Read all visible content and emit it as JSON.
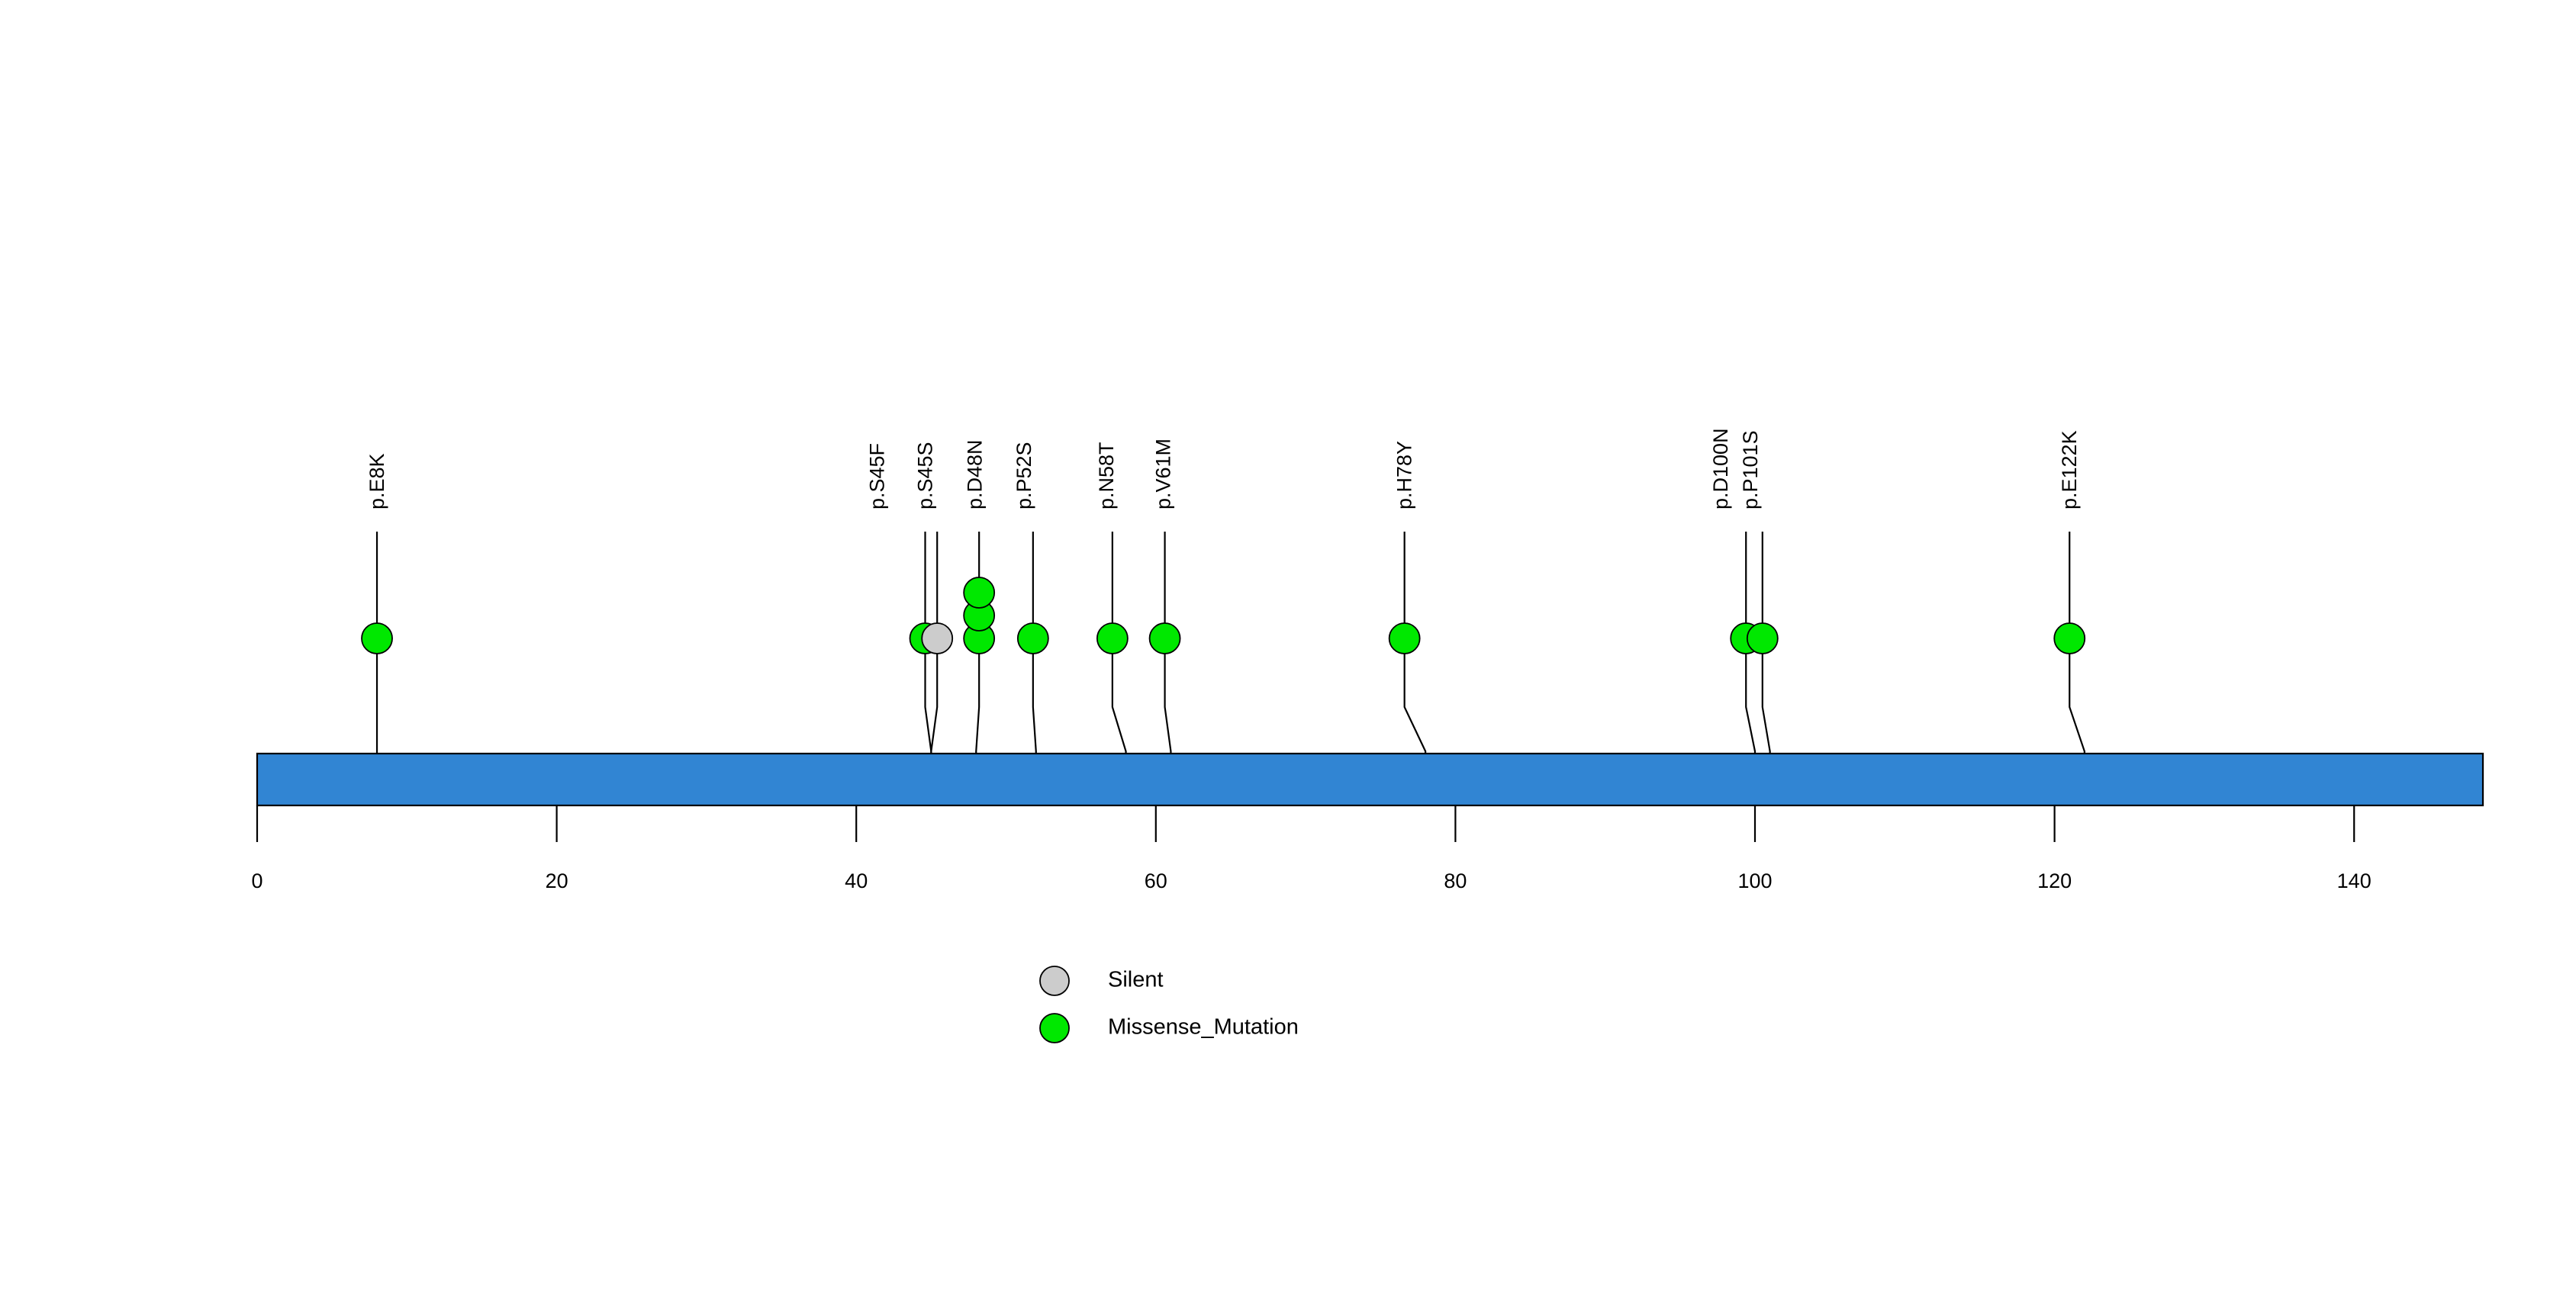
{
  "chart_data": {
    "type": "lollipop",
    "title": "",
    "xlabel": "",
    "ylabel": "",
    "xlim": [
      0,
      148.6
    ],
    "axis_ticks": [
      {
        "value": 0,
        "label": "0"
      },
      {
        "value": 20,
        "label": "20"
      },
      {
        "value": 40,
        "label": "40"
      },
      {
        "value": 60,
        "label": "60"
      },
      {
        "value": 80,
        "label": "80"
      },
      {
        "value": 100,
        "label": "100"
      },
      {
        "value": 120,
        "label": "120"
      },
      {
        "value": 140,
        "label": "140"
      }
    ],
    "protein_bar": {
      "start": 0,
      "end": 148.6,
      "color": "#3185d3",
      "border_color": "#000000"
    },
    "mutations": [
      {
        "label": "p.E8K",
        "position": 8,
        "count": 1,
        "type": "Missense_Mutation",
        "color": "#00e800",
        "label_x": 8,
        "stem_x": 8
      },
      {
        "label": "p.S45F",
        "position": 45,
        "count": 1,
        "type": "Missense_Mutation",
        "color": "#00e800",
        "label_x": 41.4,
        "stem_x": 44.6
      },
      {
        "label": "p.S45S",
        "position": 45,
        "count": 1,
        "type": "Silent",
        "color": "#cccccc",
        "label_x": 44.6,
        "stem_x": 45.4
      },
      {
        "label": "p.D48N",
        "position": 48,
        "count": 3,
        "type": "Missense_Mutation",
        "color": "#00e800",
        "label_x": 47.9,
        "stem_x": 48.2
      },
      {
        "label": "p.P52S",
        "position": 52,
        "count": 1,
        "type": "Missense_Mutation",
        "color": "#00e800",
        "label_x": 51.2,
        "stem_x": 51.8
      },
      {
        "label": "p.N58T",
        "position": 58,
        "count": 1,
        "type": "Missense_Mutation",
        "color": "#00e800",
        "label_x": 56.7,
        "stem_x": 57.1
      },
      {
        "label": "p.V61M",
        "position": 61,
        "count": 1,
        "type": "Missense_Mutation",
        "color": "#00e800",
        "label_x": 60.5,
        "stem_x": 60.6
      },
      {
        "label": "p.H78Y",
        "position": 78,
        "count": 1,
        "type": "Missense_Mutation",
        "color": "#00e800",
        "label_x": 76.6,
        "stem_x": 76.6
      },
      {
        "label": "p.D100N",
        "position": 100,
        "count": 1,
        "type": "Missense_Mutation",
        "color": "#00e800",
        "label_x": 97.7,
        "stem_x": 99.4
      },
      {
        "label": "p.P101S",
        "position": 101,
        "count": 1,
        "type": "Missense_Mutation",
        "color": "#00e800",
        "label_x": 99.7,
        "stem_x": 100.5
      },
      {
        "label": "p.E122K",
        "position": 122,
        "count": 1,
        "type": "Missense_Mutation",
        "color": "#00e800",
        "label_x": 121.0,
        "stem_x": 121.0
      }
    ],
    "legend": {
      "position": "bottom-center",
      "entries": [
        {
          "label": "Silent",
          "color": "#cccccc"
        },
        {
          "label": "Missense_Mutation",
          "color": "#00e800"
        }
      ]
    }
  }
}
